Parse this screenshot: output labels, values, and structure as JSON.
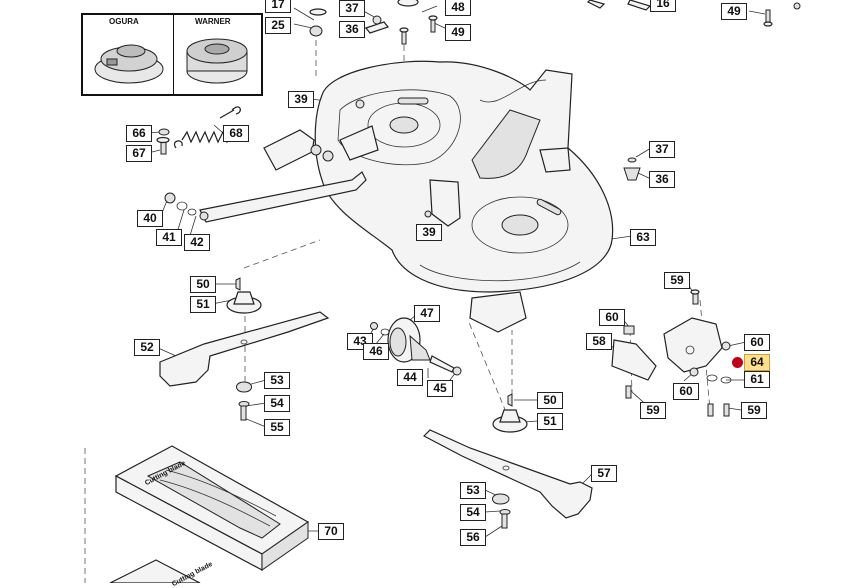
{
  "kit_box": {
    "left_brand": "OGURA",
    "right_brand": "WARNER"
  },
  "packaging": {
    "top_label": "Cutting blade",
    "bottom_label": "Cutting blade"
  },
  "highlighted_part": "64",
  "colors": {
    "highlight_fill": "#ffe08a",
    "hotspot": "#c0001a",
    "line": "#222222"
  },
  "callouts": {
    "p17": "17",
    "p25": "25",
    "p36a": "36",
    "p37a": "37",
    "p48": "48",
    "p49a": "49",
    "p49b": "49",
    "p16": "16",
    "p39a": "39",
    "p66": "66",
    "p68": "68",
    "p67": "67",
    "p37b": "37",
    "p36b": "36",
    "p40": "40",
    "p41": "41",
    "p42": "42",
    "p39b": "39",
    "p63": "63",
    "p59a": "59",
    "p50a": "50",
    "p51a": "51",
    "p47": "47",
    "p60a": "60",
    "p60b": "60",
    "p64": "64",
    "p58": "58",
    "p61": "61",
    "p43": "43",
    "p46": "46",
    "p52": "52",
    "p60c": "60",
    "p53a": "53",
    "p44": "44",
    "p45": "45",
    "p59b": "59",
    "p59c": "59",
    "p54a": "54",
    "p50b": "50",
    "p55": "55",
    "p51b": "51",
    "p57": "57",
    "p53b": "53",
    "p54b": "54",
    "p70": "70",
    "p56": "56"
  }
}
